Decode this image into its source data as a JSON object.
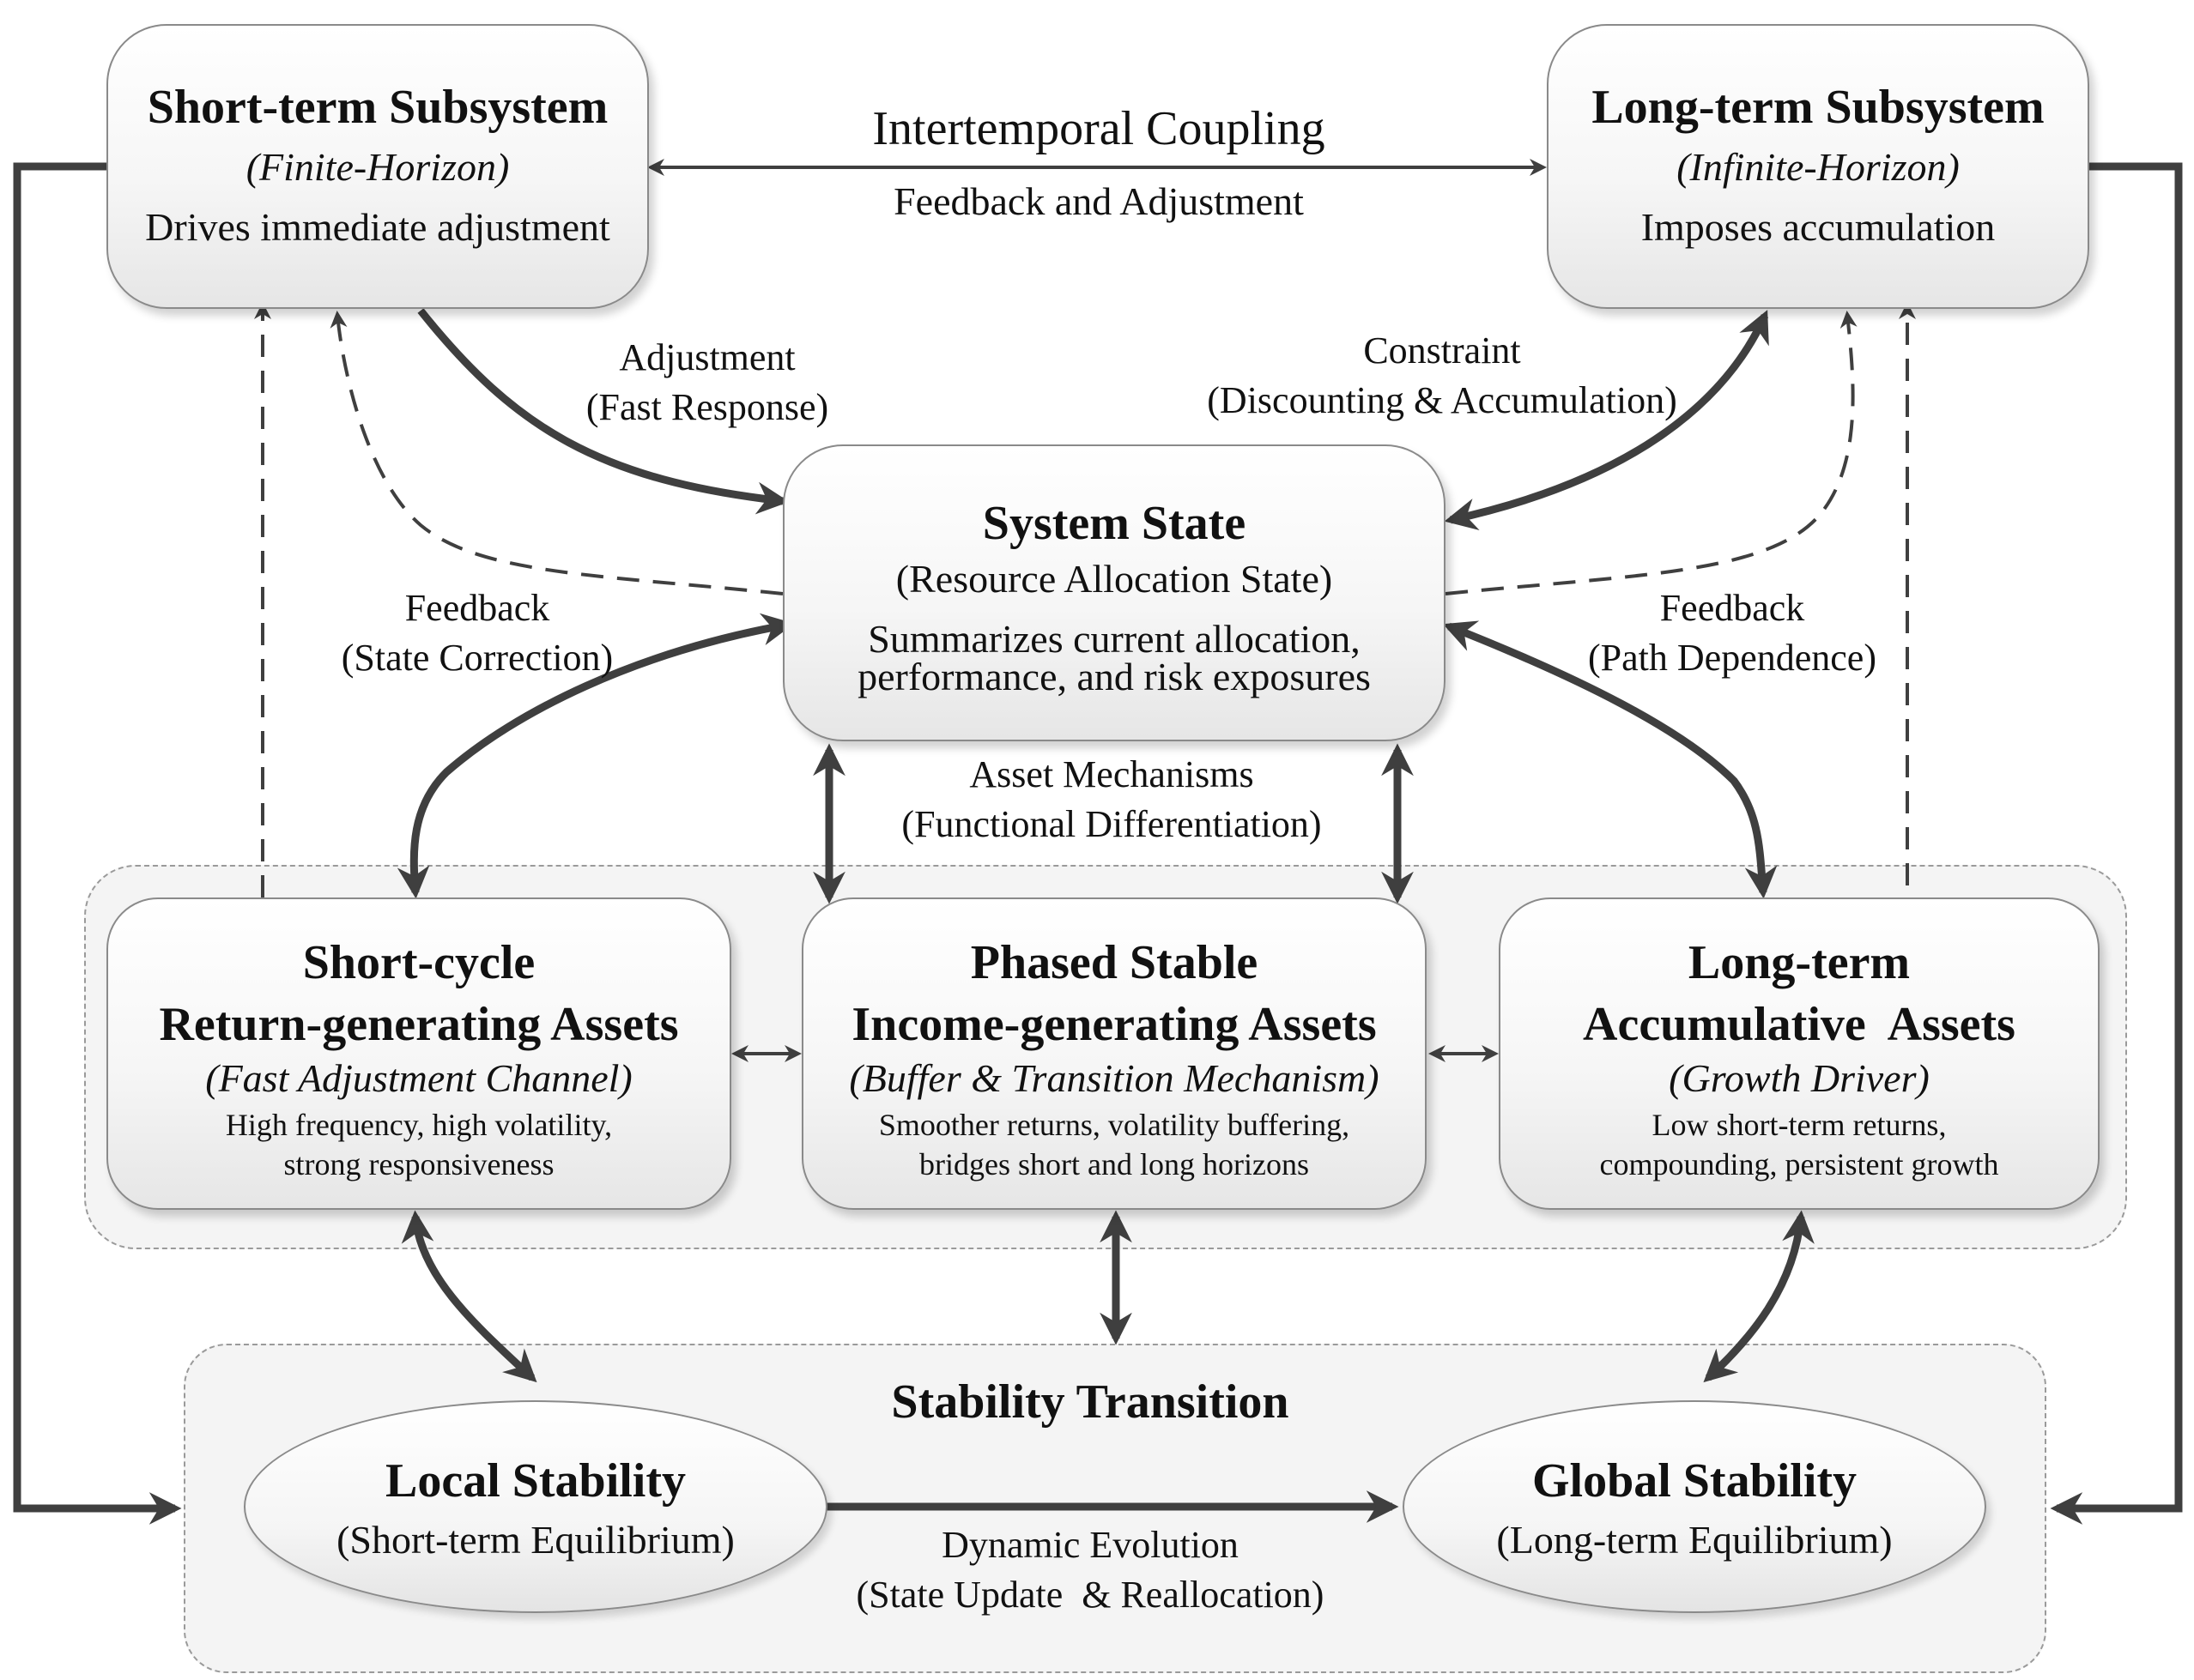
{
  "diagram": {
    "subsystems": {
      "short_term": {
        "title": "Short-term Subsystem",
        "subtitle": "(Finite-Horizon)",
        "description": "Drives immediate adjustment"
      },
      "long_term": {
        "title": "Long-term Subsystem",
        "subtitle": "(Infinite-Horizon)",
        "description": "Imposes accumulation"
      }
    },
    "coupling": {
      "title": "Intertemporal Coupling",
      "subtitle": "Feedback and Adjustment"
    },
    "system_state": {
      "title": "System State",
      "subtitle": "(Resource Allocation State)",
      "description_line1": "Summarizes current allocation,",
      "description_line2": "performance, and risk exposures"
    },
    "edge_labels": {
      "adjustment_line1": "Adjustment",
      "adjustment_line2": "(Fast Response)",
      "constraint_line1": "Constraint",
      "constraint_line2": "(Discounting & Accumulation)",
      "feedback_left_line1": "Feedback",
      "feedback_left_line2": "(State Correction)",
      "feedback_right_line1": "Feedback",
      "feedback_right_line2": "(Path Dependence)",
      "asset_mech_line1": "Asset Mechanisms",
      "asset_mech_line2": "(Functional Differentiation)",
      "evolution_line1": "Dynamic Evolution",
      "evolution_line2": "(State Update  & Reallocation)"
    },
    "assets": {
      "short_cycle": {
        "title_line1": "Short-cycle",
        "title_line2": "Return-generating Assets",
        "subtitle": "(Fast Adjustment Channel)",
        "description_line1": "High frequency, high volatility,",
        "description_line2": "strong responsiveness"
      },
      "phased_stable": {
        "title_line1": "Phased Stable",
        "title_line2": "Income-generating Assets",
        "subtitle": "(Buffer & Transition Mechanism)",
        "description_line1": "Smoother returns, volatility buffering,",
        "description_line2": "bridges short and long horizons"
      },
      "long_term": {
        "title_line1": "Long-term",
        "title_line2": "Accumulative  Assets",
        "subtitle": "(Growth Driver)",
        "description_line1": "Low short-term returns,",
        "description_line2": "compounding, persistent growth"
      }
    },
    "stability": {
      "title": "Stability Transition",
      "local": {
        "title": "Local Stability",
        "subtitle": "(Short-term Equilibrium)"
      },
      "global": {
        "title": "Global Stability",
        "subtitle": "(Long-term Equilibrium)"
      }
    },
    "colors": {
      "arrow": "#3f3f3f",
      "box_border": "#8a8a8a",
      "box_fill_top": "#ffffff",
      "box_fill_bottom": "#e6e6e6",
      "group_fill": "#f4f4f4"
    }
  }
}
